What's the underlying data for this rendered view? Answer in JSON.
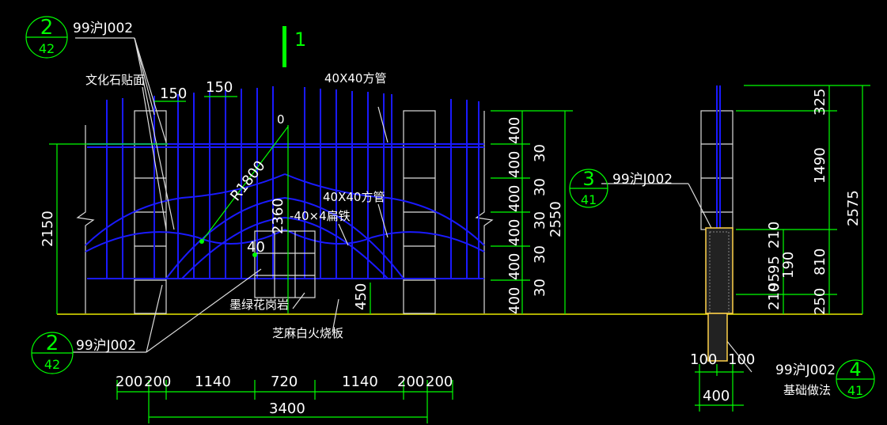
{
  "bubbles": {
    "b1": {
      "top": "2",
      "bottom": "42"
    },
    "b2": {
      "top": "2",
      "bottom": "42"
    },
    "b3": {
      "top": "3",
      "bottom": "41"
    },
    "b4": {
      "top": "4",
      "bottom": "41"
    }
  },
  "labels": {
    "ref_top": "99沪J002",
    "ref_bottom_left": "99沪J002",
    "ref_right": "99沪J002",
    "ref_foundation": "99沪J002",
    "foundation_note": "基础做法",
    "stone_facing": "文化石贴面",
    "square_pipe_top": "40X40方管",
    "square_pipe_mid": "40X40方管",
    "flat_iron": "-40×4扁铁",
    "granite": "墨绿花岗岩",
    "paving": "芝麻白火烧板",
    "section_mark": "1",
    "radius": "R1800",
    "origin": "0",
    "small_40": "40"
  },
  "dims": {
    "d150a": "150",
    "d150b": "150",
    "d2150": "2150",
    "d2360": "2360",
    "d450": "450",
    "d2550": "2550",
    "stack": [
      "400",
      "30",
      "400",
      "30",
      "400",
      "30",
      "400",
      "30",
      "400",
      "30",
      "400"
    ],
    "right_small": [
      "210",
      "95",
      "95",
      "210",
      "190"
    ],
    "r325": "325",
    "r1490": "1490",
    "r810": "810",
    "r250": "250",
    "r2575": "2575",
    "bottom": [
      "200",
      "200",
      "1140",
      "720",
      "1140",
      "200",
      "200"
    ],
    "total": "3400",
    "f100a": "100",
    "f100b": "100",
    "f400": "400"
  }
}
